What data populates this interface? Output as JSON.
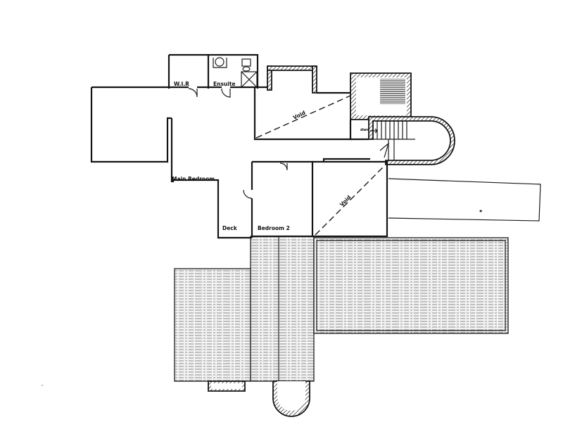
{
  "labels": {
    "wir": "W.I.R",
    "ensuite": "Ensuite",
    "void_upper": "Void",
    "void_lower": "Void",
    "dn": "dwn",
    "main_bedroom": "Main Bedroom",
    "bedroom2": "Bedroom 2",
    "deck": "Deck"
  }
}
